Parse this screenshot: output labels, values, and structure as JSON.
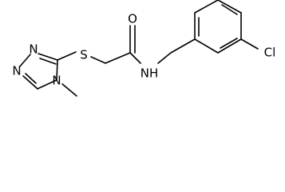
{
  "molecule": {
    "atoms": {
      "triazole_n1": "N",
      "triazole_n2": "N",
      "triazole_n4": "N",
      "sulfur": "S",
      "carbonyl_oxygen": "O",
      "amide_nh": "NH",
      "chlorine": "Cl"
    }
  }
}
